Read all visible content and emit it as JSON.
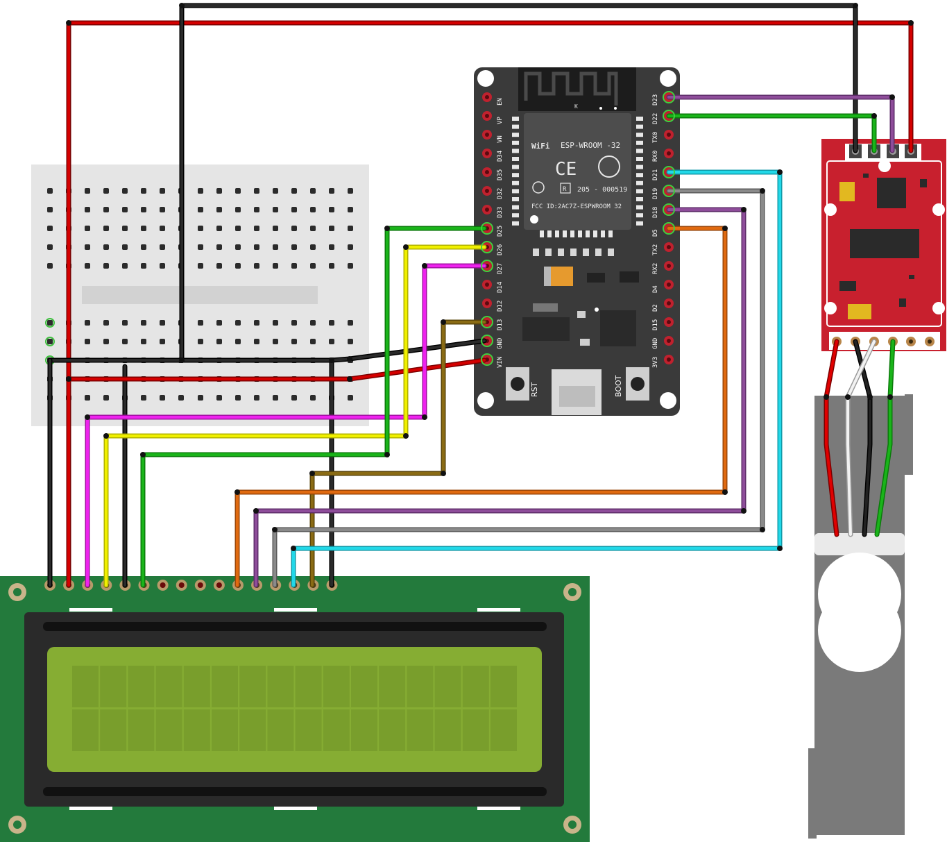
{
  "esp32": {
    "left_pins": [
      "EN",
      "VP",
      "VN",
      "D34",
      "D35",
      "D32",
      "D33",
      "D25",
      "D26",
      "D27",
      "D14",
      "D12",
      "D13",
      "GND",
      "VIN"
    ],
    "right_pins": [
      "D23",
      "D22",
      "TX0",
      "RX0",
      "D21",
      "D19",
      "D18",
      "D5",
      "TX2",
      "RX2",
      "D4",
      "D2",
      "D15",
      "GND",
      "3V3"
    ],
    "module_name": "ESP-WROOM -32",
    "wifi_label": "WiFi",
    "ce_mark": "CE",
    "fcc_id": "FCC ID:2AC7Z-ESPWROOM 32",
    "cert_no": "205 - 000519",
    "reg_mark": "R",
    "antenna_k": "K",
    "rst_label": "RST",
    "boot_label": "BOOT"
  },
  "colors": {
    "pcb": "#3a3a3a",
    "lcd_board": "#237a3c",
    "lcd_glass": "#86ad33",
    "hx711": "#c8202e",
    "breadboard": "#e6e6e6",
    "red": "#d40000",
    "black": "#1a1a1a",
    "magenta": "#ee22ee",
    "yellow": "#f0f000",
    "green": "#1ab41a",
    "orange": "#e06a10",
    "purple": "#8e4d9a",
    "gray": "#8a8a8a",
    "cyan": "#22d8e8",
    "brown": "#8a6b14",
    "white": "#eeeeee"
  }
}
